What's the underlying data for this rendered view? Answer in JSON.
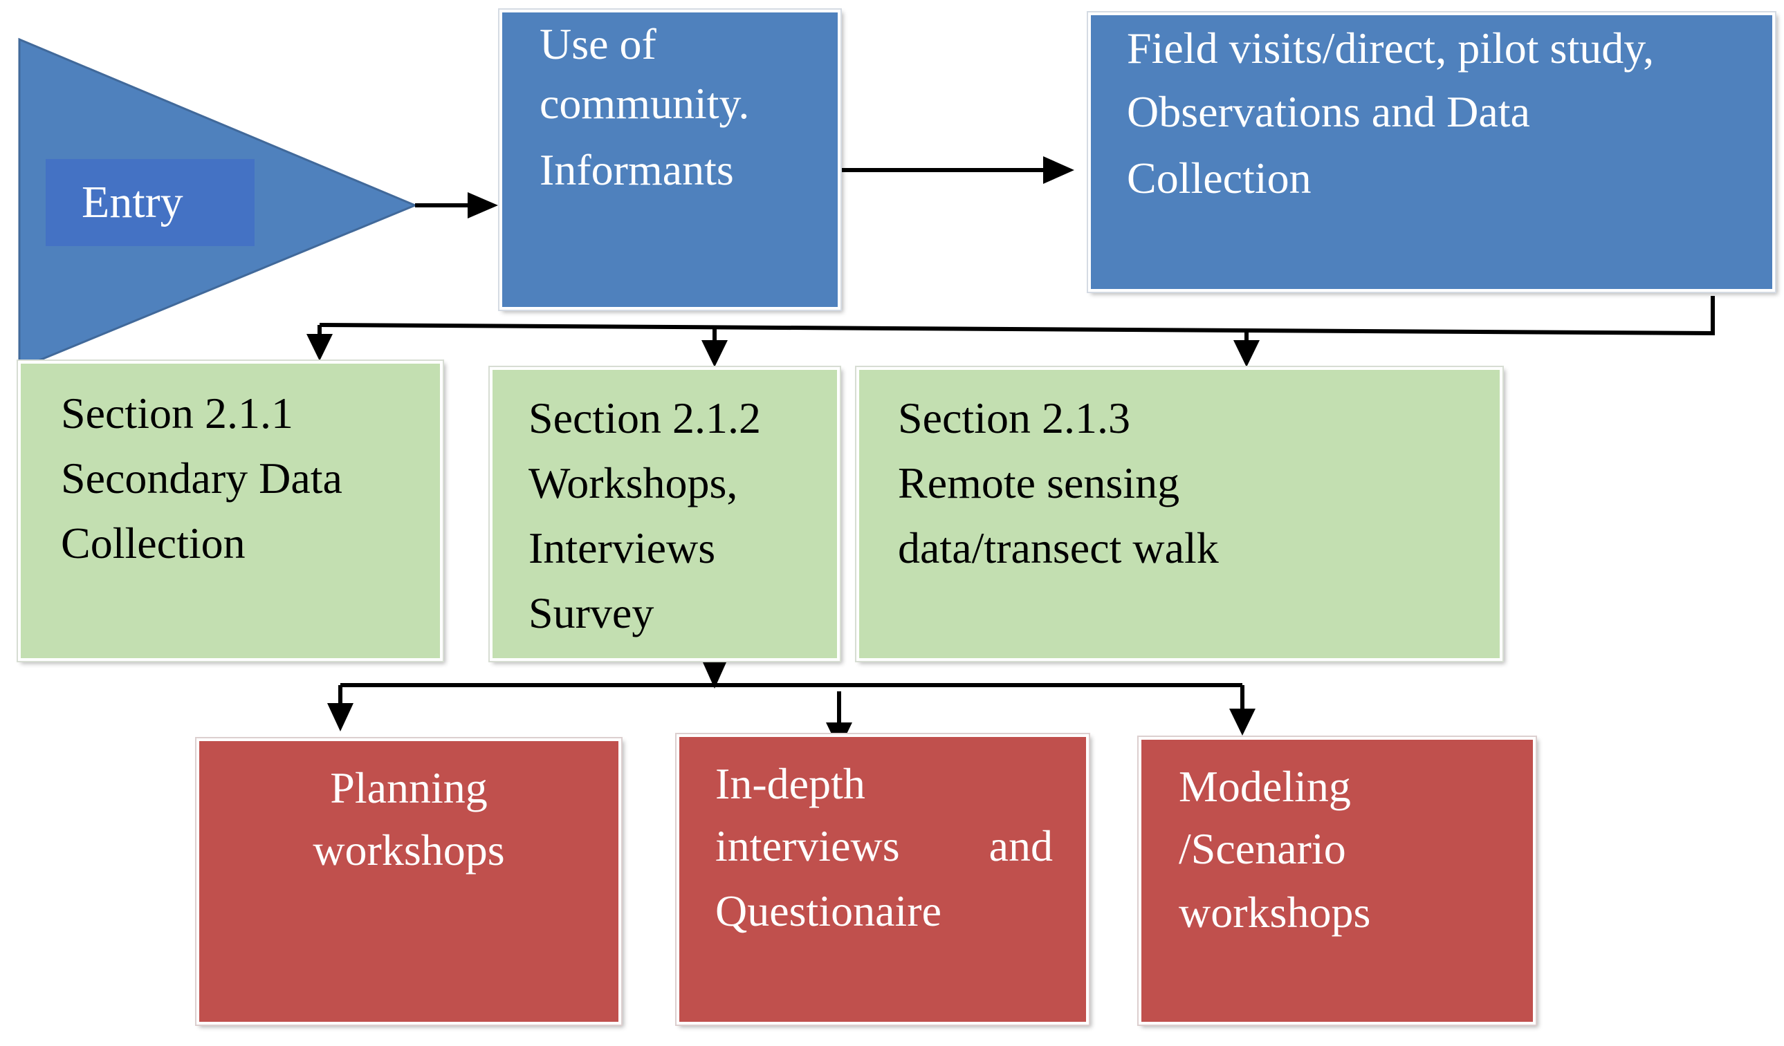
{
  "entry": {
    "label": "Entry"
  },
  "nodes": {
    "community": {
      "lines": [
        "Use of",
        "community.",
        "Informants"
      ]
    },
    "field": {
      "lines": [
        "Field visits/direct, pilot study,",
        "Observations and Data",
        "Collection"
      ]
    },
    "section1": {
      "lines": [
        "Section 2.1.1",
        "Secondary Data",
        "Collection"
      ]
    },
    "section2": {
      "lines": [
        "Section 2.1.2",
        "Workshops,",
        "Interviews",
        "Survey"
      ]
    },
    "section3": {
      "lines": [
        "Section 2.1.3",
        "Remote sensing",
        "data/transect walk"
      ]
    },
    "planning": {
      "lines": [
        "Planning",
        "workshops"
      ]
    },
    "indepth": {
      "line1": "In-depth",
      "line2a": "interviews",
      "line2b": "and",
      "line3": "Questionaire"
    },
    "modeling": {
      "lines": [
        "Modeling",
        "/Scenario",
        "workshops"
      ]
    }
  },
  "colors": {
    "blue": "#4f81bd",
    "entry_label": "#4472c4",
    "green": "#c3dfb1",
    "red": "#c0504d",
    "connector": "#000000"
  }
}
